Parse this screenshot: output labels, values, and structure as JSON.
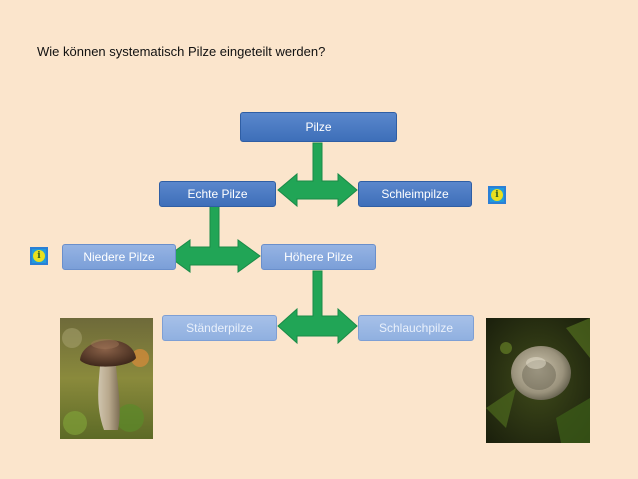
{
  "slide": {
    "question": "Wie können systematisch Pilze eingeteilt werden?"
  },
  "nodes": {
    "pilze": "Pilze",
    "echte_pilze": "Echte Pilze",
    "schleimpilze": "Schleimpilze",
    "niedere_pilze": "Niedere Pilze",
    "hoehere_pilze": "Höhere Pilze",
    "staenderpilze": "Ständerpilze",
    "schlauchpilze": "Schlauchpilze"
  },
  "icons": {
    "info_left": "info-icon",
    "info_right": "info-icon"
  },
  "colors": {
    "background": "#fbe5cc",
    "box_dark": "#4a7bc4",
    "box_light": "#8aa9dd",
    "arrow": "#21a556"
  }
}
